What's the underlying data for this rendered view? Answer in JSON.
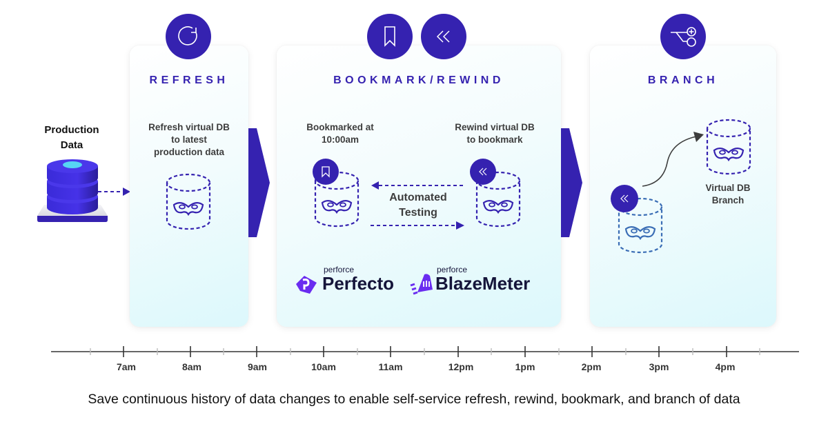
{
  "colors": {
    "brand": "#3522b0",
    "dashed_db": "#3522b0",
    "branch_source_db": "#3a6db5",
    "text_dark": "#3d3d3d",
    "card_gradient_end": "#dcf8fc"
  },
  "source": {
    "title_line1": "Production",
    "title_line2": "Data",
    "icon": "database-stack-icon"
  },
  "stages": {
    "refresh": {
      "title": "REFRESH",
      "icon": "refresh-icon",
      "caption_line1": "Refresh virtual DB",
      "caption_line2": "to latest",
      "caption_line3": "production data",
      "db_icon": "masked-virtual-db-icon"
    },
    "bookmark_rewind": {
      "title": "BOOKMARK/REWIND",
      "icons": [
        "bookmark-icon",
        "rewind-icon"
      ],
      "left_caption_line1": "Bookmarked at",
      "left_caption_line2": "10:00am",
      "right_caption_line1": "Rewind virtual DB",
      "right_caption_line2": "to bookmark",
      "center_label_line1": "Automated",
      "center_label_line2": "Testing",
      "logos": [
        {
          "prefix": "perforce",
          "name": "Perfecto"
        },
        {
          "prefix": "perforce",
          "name": "BlazeMeter"
        }
      ]
    },
    "branch": {
      "title": "BRANCH",
      "icon": "branch-icon",
      "caption_line1": "Virtual DB",
      "caption_line2": "Branch"
    }
  },
  "timeline": {
    "labels": [
      "7am",
      "8am",
      "9am",
      "10am",
      "11am",
      "12pm",
      "1pm",
      "2pm",
      "3pm",
      "4pm"
    ]
  },
  "footer": {
    "text": "Save continuous history of data changes to enable self-service refresh, rewind, bookmark, and branch of data"
  }
}
